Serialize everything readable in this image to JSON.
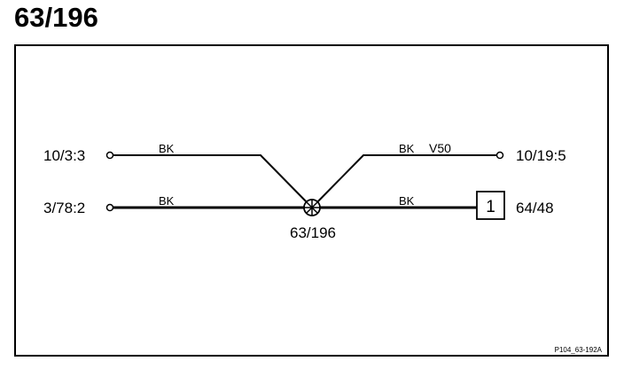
{
  "title": "63/196",
  "terminals": {
    "top_left": "10/3:3",
    "bottom_left": "3/78:2",
    "top_right": "10/19:5",
    "connector_right": "64/48"
  },
  "wires": {
    "top_left_color": "BK",
    "bottom_left_color": "BK",
    "top_right_color": "BK",
    "top_right_code": "V50",
    "bottom_right_color": "BK"
  },
  "junction": {
    "label": "63/196"
  },
  "connector": {
    "number": "1"
  },
  "reference_code": "P104_63-192A",
  "colors": {
    "line": "#000000",
    "background": "#ffffff"
  }
}
